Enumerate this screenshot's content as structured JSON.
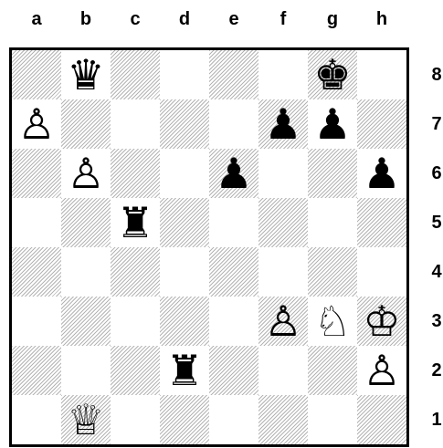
{
  "board": {
    "files": [
      "a",
      "b",
      "c",
      "d",
      "e",
      "f",
      "g",
      "h"
    ],
    "ranks": [
      "8",
      "7",
      "6",
      "5",
      "4",
      "3",
      "2",
      "1"
    ],
    "pieces": [
      {
        "square": "b8",
        "glyph": "♛",
        "color": "black",
        "name": "black-queen-icon"
      },
      {
        "square": "g8",
        "glyph": "♚",
        "color": "black",
        "name": "black-king-icon"
      },
      {
        "square": "a7",
        "glyph": "♙",
        "color": "white",
        "name": "white-pawn-icon"
      },
      {
        "square": "f7",
        "glyph": "♟",
        "color": "black",
        "name": "black-pawn-icon"
      },
      {
        "square": "g7",
        "glyph": "♟",
        "color": "black",
        "name": "black-pawn-icon"
      },
      {
        "square": "b6",
        "glyph": "♙",
        "color": "white",
        "name": "white-pawn-icon"
      },
      {
        "square": "e6",
        "glyph": "♟",
        "color": "black",
        "name": "black-pawn-icon"
      },
      {
        "square": "h6",
        "glyph": "♟",
        "color": "black",
        "name": "black-pawn-icon"
      },
      {
        "square": "c5",
        "glyph": "♜",
        "color": "black",
        "name": "black-rook-icon"
      },
      {
        "square": "f3",
        "glyph": "♙",
        "color": "white",
        "name": "white-pawn-icon"
      },
      {
        "square": "g3",
        "glyph": "♘",
        "color": "white",
        "name": "white-knight-icon"
      },
      {
        "square": "h3",
        "glyph": "♔",
        "color": "white",
        "name": "white-king-icon"
      },
      {
        "square": "d2",
        "glyph": "♜",
        "color": "black",
        "name": "black-rook-icon"
      },
      {
        "square": "h2",
        "glyph": "♙",
        "color": "white",
        "name": "white-pawn-icon"
      },
      {
        "square": "b1",
        "glyph": "♕",
        "color": "white",
        "name": "white-queen-icon"
      }
    ]
  }
}
